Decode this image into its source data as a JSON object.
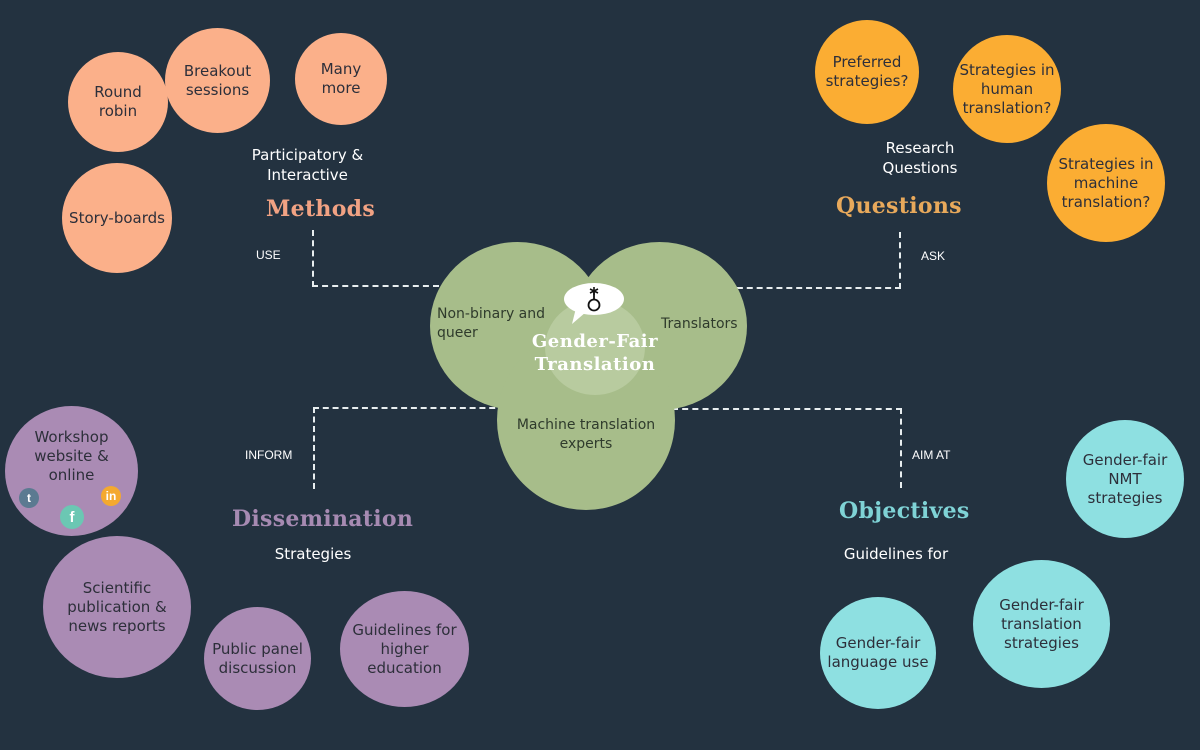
{
  "center": {
    "title": "Gender-Fair\nTranslation",
    "circles": [
      {
        "label": "Non-binary and\nqueer"
      },
      {
        "label": "Translators"
      },
      {
        "label": "Machine translation\nexperts"
      }
    ],
    "icon": "nonbinary-symbol-speech-bubble"
  },
  "methods": {
    "heading": "Methods",
    "subtitle": "Participatory &\nInteractive",
    "verb": "USE",
    "color": "#fbb08a",
    "items": [
      "Round\nrobin",
      "Breakout\nsessions",
      "Many\nmore",
      "Story-boards"
    ]
  },
  "questions": {
    "heading": "Questions",
    "subtitle": "Research\nQuestions",
    "verb": "ASK",
    "color": "#fbad33",
    "items": [
      "Preferred\nstrategies?",
      "Strategies in\nhuman\ntranslation?",
      "Strategies in\nmachine\ntranslation?"
    ]
  },
  "dissemination": {
    "heading": "Dissemination",
    "subtitle": "Strategies",
    "verb": "INFORM",
    "color": "#aa8bb4",
    "items": [
      "Workshop\nwebsite &\nonline",
      "Scientific\npublication &\nnews reports",
      "Public panel\ndiscussion",
      "Guidelines for\nhigher\neducation"
    ],
    "social_icons": [
      {
        "name": "twitter",
        "glyph": "t",
        "color": "#5b7a91"
      },
      {
        "name": "facebook",
        "glyph": "f",
        "color": "#6bc7b3"
      },
      {
        "name": "linkedin",
        "glyph": "in",
        "color": "#f4a92f"
      }
    ]
  },
  "objectives": {
    "heading": "Objectives",
    "subtitle": "Guidelines for",
    "verb": "AIM AT",
    "color": "#8ee0e1",
    "items": [
      "Gender-fair\nNMT\nstrategies",
      "Gender-fair\ntranslation\nstrategies",
      "Gender-fair\nlanguage use"
    ]
  }
}
